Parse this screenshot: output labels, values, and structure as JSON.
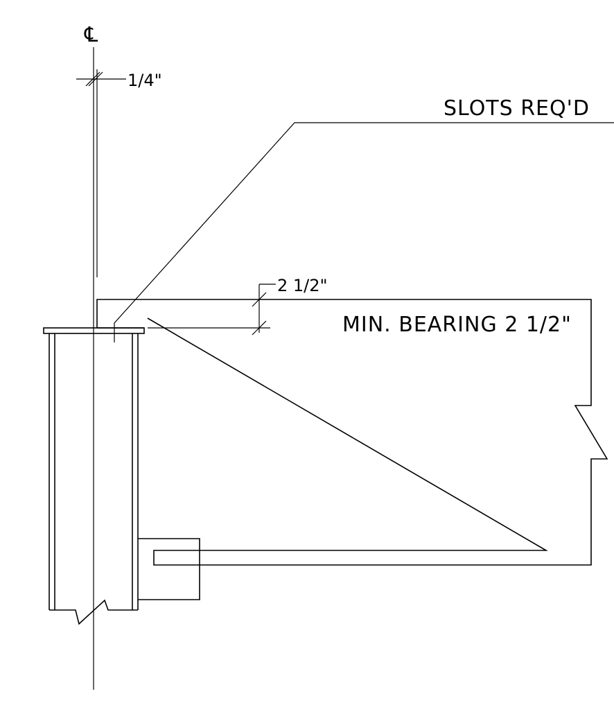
{
  "labels": {
    "centerline_symbol": "℄",
    "offset_dim": "1/4\"",
    "slots_note": "SLOTS  REQ'D",
    "bearing_dim": "2 1/2\"",
    "min_bearing_note": "MIN. BEARING 2 1/2\""
  }
}
